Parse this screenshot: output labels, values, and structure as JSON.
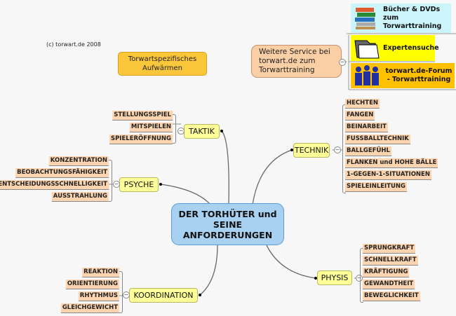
{
  "copyright": "(c) torwart.de 2008",
  "warmup": "Torwartspezifisches Aufwärmen",
  "service": {
    "label": "Weitere Service bei torwart.de zum Torwarttraining",
    "items": [
      "Bücher & DVDs zum Torwarttraining",
      "Expertensuche",
      "torwart.de-Forum - Torwarttraining"
    ]
  },
  "center": "DER TORHÜTER und SEINE ANFORDERUNGEN",
  "taktik": {
    "label": "TAKTIK",
    "items": [
      "STELLUNGSSPIEL",
      "MITSPIELEN",
      "SPIELERÖFFNUNG"
    ]
  },
  "psyche": {
    "label": "PSYCHE",
    "items": [
      "KONZENTRATION",
      "BEOBACHTUNGSFÄHIGKEIT",
      "ENTSCHEIDUNGSSCHNELLIGKEIT",
      "AUSSTRAHLUNG"
    ]
  },
  "koordination": {
    "label": "KOORDINATION",
    "items": [
      "REAKTION",
      "ORIENTIERUNG",
      "RHYTHMUS",
      "GLEICHGEWICHT"
    ]
  },
  "technik": {
    "label": "TECHNIK",
    "items": [
      "HECHTEN",
      "FANGEN",
      "BEINARBEIT",
      "FUSSBALLTECHNIK",
      "BALLGEFÜHL",
      "FLANKEN und HOHE BÄLLE",
      "1-GEGEN-1-SITUATIONEN",
      "SPIELEINLEITUNG"
    ]
  },
  "physis": {
    "label": "PHYSIS",
    "items": [
      "SPRUNGKRAFT",
      "SCHNELLKRAFT",
      "KRÄFTIGUNG",
      "GEWANDTHEIT",
      "BEWEGLICHKEIT"
    ]
  }
}
